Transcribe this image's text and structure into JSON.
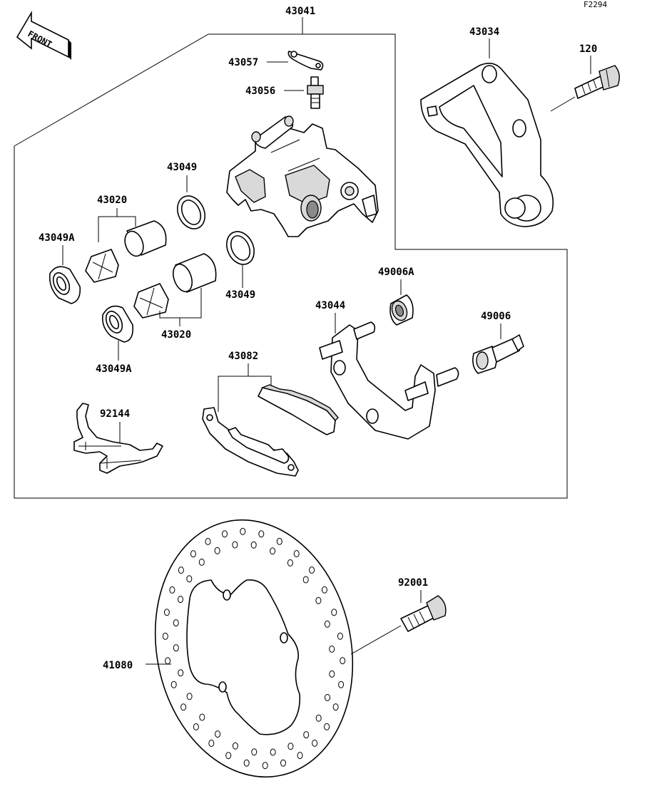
{
  "figure_code": "F2294",
  "front_tag": "FRONT",
  "callouts": {
    "c43041": "43041",
    "c43057": "43057",
    "c43056": "43056",
    "c43034": "43034",
    "c120": "120",
    "c43049_top": "43049",
    "c43020_top": "43020",
    "c43049A_left": "43049A",
    "c43049_mid": "43049",
    "c43020_bottom": "43020",
    "c43049A_bottom": "43049A",
    "c49006A": "49006A",
    "c43044": "43044",
    "c49006": "49006",
    "c43082": "43082",
    "c92144": "92144",
    "c92001": "92001",
    "c41080": "41080"
  }
}
